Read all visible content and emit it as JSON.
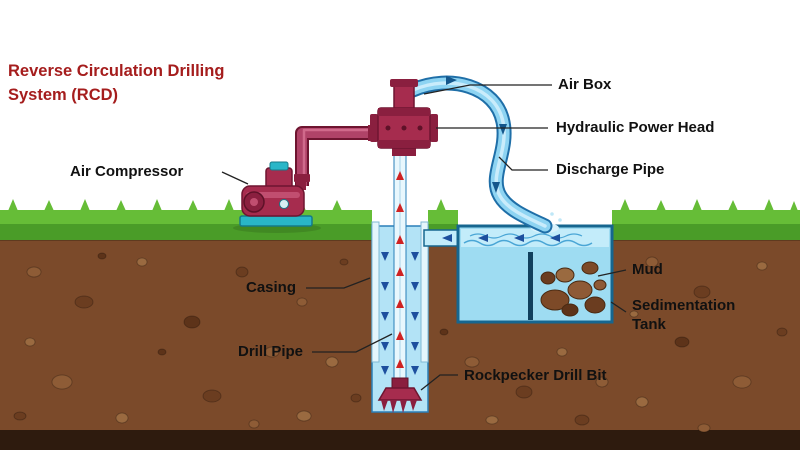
{
  "title": {
    "line1": "Reverse Circulation Drilling",
    "line2": "System (RCD)"
  },
  "labels": {
    "air_box": "Air Box",
    "hydraulic_power_head": "Hydraulic Power Head",
    "discharge_pipe": "Discharge Pipe",
    "air_compressor": "Air Compressor",
    "casing": "Casing",
    "drill_pipe": "Drill Pipe",
    "rockpecker_drill_bit": "Rockpecker Drill Bit",
    "mud": "Mud",
    "sedimentation_tank": "Sedimentation Tank"
  },
  "colors": {
    "title_red": "#a51d1d",
    "label_black": "#111111",
    "machine_maroon": "#a62c4e",
    "machine_maroon_dark": "#6e1530",
    "pink_pipe": "#b04368",
    "teal_base": "#29b6c8",
    "water_blue": "#9edcf2",
    "pipe_light_blue": "#8ed4f2",
    "pipe_outline_blue": "#1f6fa8",
    "grass_green": "#66bd37",
    "grass_dark_green": "#4a9c28",
    "soil_brown": "#7b4a2a",
    "soil_dark": "#2e1b0e",
    "mud_brown": "#7d4a28",
    "arrow_down_blue": "#1d4f9e",
    "arrow_up_red": "#cf2222"
  }
}
